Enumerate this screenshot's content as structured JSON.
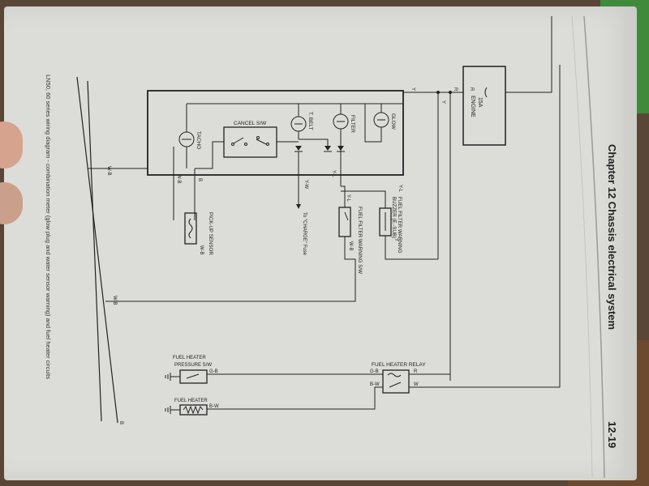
{
  "header": {
    "chapter_title": "Chapter 12  Chassis electrical system",
    "page_number": "12-19"
  },
  "caption": "LN50, 60 series wiring diagram - combination meter (glow plug and water sensor warning) and fuel heater circuits",
  "diagram": {
    "fuse_label_1": "15A",
    "fuse_label_2": "ENGINE",
    "glow": "GLOW",
    "filter": "FILTER",
    "tbelt": "T. BELT",
    "cancel_sw": "CANCEL S/W",
    "tacho": "TACHO",
    "to_charge": "To \"CHARGE\" Fuse",
    "pickup_sensor": "PICK-UP SENSOR",
    "ff_warning_sw": "FUEL FILTER WARNING S/W",
    "ff_warning_buzzer_1": "FUEL FILTER WARNING",
    "ff_warning_buzzer_2": "BUZZER (E.-SUB)",
    "fh_relay": "FUEL HEATER RELAY",
    "fh_pressure_1": "FUEL HEATER",
    "fh_pressure_2": "PRESSURE S/W",
    "fuel_heater": "FUEL HEATER",
    "w_y1": "Y",
    "w_y2": "Y",
    "w_r1": "R",
    "w_r2": "R",
    "w_wb1": "W-B",
    "w_wb2": "W-B",
    "w_wb3": "W-B",
    "w_wb4": "W-B",
    "w_b1": "B",
    "w_yw": "Y-W",
    "w_yl1": "Y-L",
    "w_yl2": "Y-L",
    "w_yl3": "Y-L",
    "w_y3": "Y",
    "w_gb1": "G-B",
    "w_gb2": "G-B",
    "w_r3": "R",
    "w_bw1": "B-W",
    "w_bw2": "B-W",
    "w_w1": "W",
    "w_b2": "B",
    "w_wb5": "W-B"
  }
}
